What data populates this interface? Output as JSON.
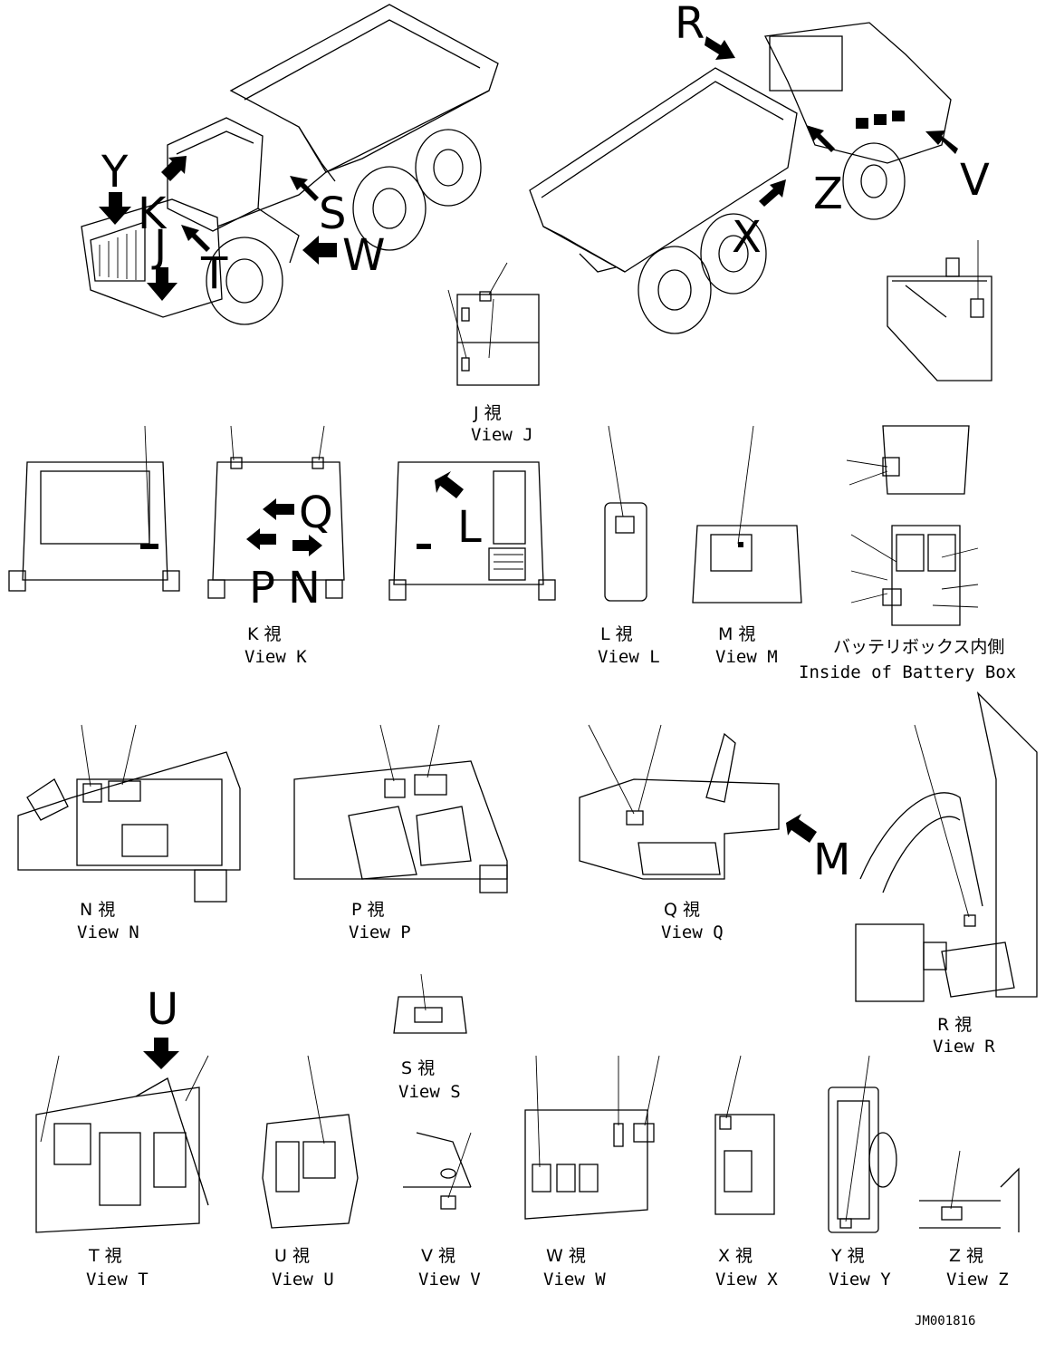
{
  "letters": {
    "R": "R",
    "Y": "Y",
    "K": "K",
    "J": "J",
    "T": "T",
    "S": "S",
    "W": "W",
    "Z": "Z",
    "V": "V",
    "X": "X",
    "Q": "Q",
    "L": "L",
    "P": "P",
    "N": "N",
    "M": "M",
    "U": "U"
  },
  "views": {
    "J": {
      "jp": "J 視",
      "en": "View J"
    },
    "K": {
      "jp": "K 視",
      "en": "View K"
    },
    "L": {
      "jp": "L 視",
      "en": "View L"
    },
    "M": {
      "jp": "M 視",
      "en": "View M"
    },
    "battery": {
      "jp": "バッテリボックス内側",
      "en": "Inside of Battery Box"
    },
    "N": {
      "jp": "N 視",
      "en": "View N"
    },
    "P": {
      "jp": "P 視",
      "en": "View P"
    },
    "Q": {
      "jp": "Q 視",
      "en": "View Q"
    },
    "R": {
      "jp": "R 視",
      "en": "View R"
    },
    "S": {
      "jp": "S 視",
      "en": "View S"
    },
    "T": {
      "jp": "T 視",
      "en": "View T"
    },
    "U": {
      "jp": "U 視",
      "en": "View U"
    },
    "V": {
      "jp": "V 視",
      "en": "View V"
    },
    "W": {
      "jp": "W 視",
      "en": "View W"
    },
    "X": {
      "jp": "X 視",
      "en": "View X"
    },
    "Y": {
      "jp": "Y 視",
      "en": "View Y"
    },
    "Z": {
      "jp": "Z 視",
      "en": "View Z"
    }
  },
  "drawing_code": "JM001816"
}
